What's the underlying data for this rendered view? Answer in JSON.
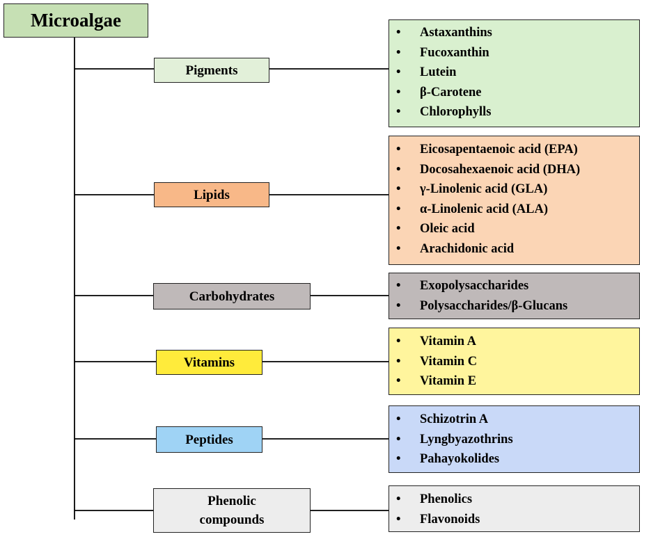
{
  "root": {
    "label": "Microalgae",
    "color": "#c6e0b4"
  },
  "bullet": "•",
  "groups": [
    {
      "label": "Pigments",
      "color": "#e2f0d9",
      "list_color": "#d9f0cf",
      "items": [
        "Astaxanthins",
        "Fucoxanthin",
        "Lutein",
        "β-Carotene",
        "Chlorophylls"
      ]
    },
    {
      "label": "Lipids",
      "color": "#f8b888",
      "list_color": "#fbd5b5",
      "items": [
        "Eicosapentaenoic acid (EPA)",
        "Docosahexaenoic acid (DHA)",
        "γ-Linolenic acid (GLA)",
        "α-Linolenic acid (ALA)",
        "Oleic acid",
        "Arachidonic acid"
      ]
    },
    {
      "label": "Carbohydrates",
      "color": "#bfb9b9",
      "list_color": "#bfb9b9",
      "items": [
        "Exopolysaccharides",
        "Polysaccharides/β-Glucans"
      ]
    },
    {
      "label": "Vitamins",
      "color": "#ffeb3b",
      "list_color": "#fff59d",
      "items": [
        "Vitamin A",
        "Vitamin C",
        "Vitamin E"
      ]
    },
    {
      "label": "Peptides",
      "color": "#9fd3f5",
      "list_color": "#c9d9f8",
      "items": [
        "Schizotrin A",
        "Lyngbyazothrins",
        "Pahayokolides"
      ]
    },
    {
      "label": "Phenolic compounds",
      "color": "#ededed",
      "list_color": "#ededed",
      "items": [
        "Phenolics",
        "Flavonoids"
      ]
    }
  ]
}
